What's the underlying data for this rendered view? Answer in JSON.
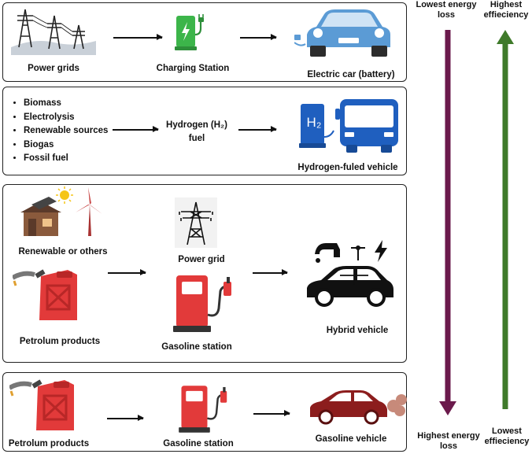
{
  "panel1": {
    "power_grids": "Power grids",
    "charging_station": "Charging Station",
    "electric_car": "Electric car (battery)"
  },
  "panel2": {
    "sources": [
      "Biomass",
      "Electrolysis",
      "Renewable sources",
      "Biogas",
      "Fossil fuel"
    ],
    "fuel_line1": "Hydrogen (H₂)",
    "fuel_line2": "fuel",
    "h2_sign": "H₂",
    "vehicle": "Hydrogen-fuled vehicle"
  },
  "panel3": {
    "renewable": "Renewable or others",
    "power_grid": "Power grid",
    "petroleum": "Petrolum products",
    "gasoline_station": "Gasoline station",
    "vehicle": "Hybrid vehicle"
  },
  "panel4": {
    "petroleum": "Petrolum products",
    "gasoline_station": "Gasoline station",
    "vehicle": "Gasoline vehicle"
  },
  "side": {
    "lowest_loss": [
      "Lowest energy",
      "loss"
    ],
    "highest_eff": [
      "Highest",
      "effieciency"
    ],
    "highest_loss": [
      "Highest energy",
      "loss"
    ],
    "lowest_eff": [
      "Lowest",
      "effieciency"
    ]
  },
  "colors": {
    "loss_arrow": "#6b1a4c",
    "efficiency_arrow": "#3f7a2a",
    "electric_car": "#5b9bd5",
    "charging_station": "#3cb54a",
    "hydrogen": "#1f5fbf",
    "fuel_red": "#e23a3a",
    "gasoline_car": "#8c1d1d"
  }
}
